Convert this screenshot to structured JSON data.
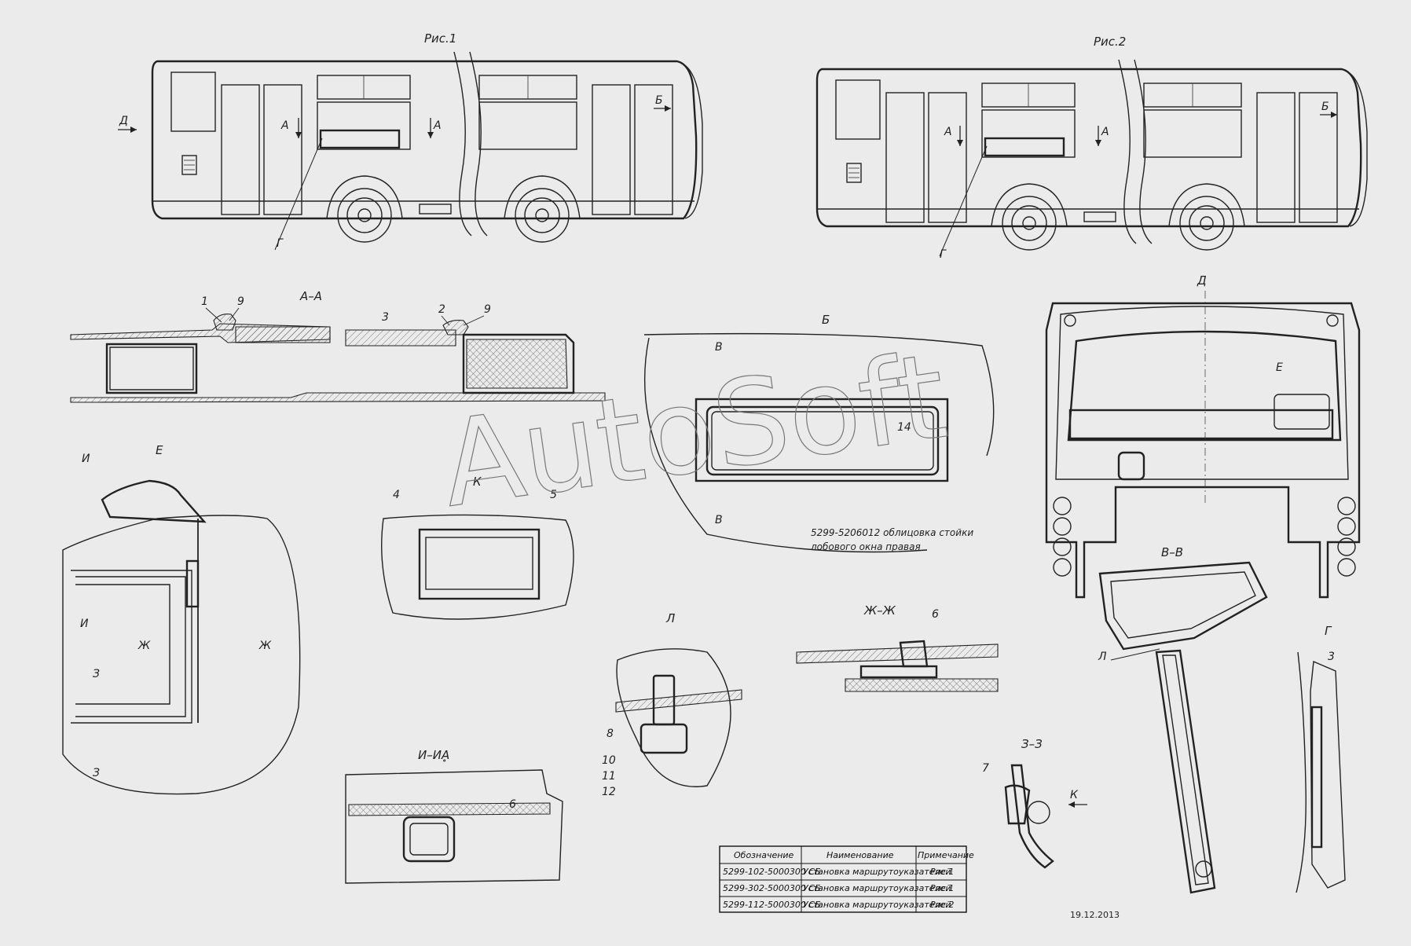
{
  "figures": {
    "fig1": "Рис.1",
    "fig2": "Рис.2"
  },
  "views": {
    "aa": "А–А",
    "b": "Б",
    "d": "Д",
    "e": "Е",
    "k": "К",
    "l": "Л",
    "zhzh": "Ж–Ж",
    "vv": "В–В",
    "g": "Г",
    "iiu": "И–ИḀ",
    "zz": "З–З"
  },
  "bus_arrows": {
    "d": "Д",
    "b": "Б",
    "a": "А",
    "g": "Г"
  },
  "section_marks": {
    "v": "В",
    "i": "И",
    "zh": "Ж",
    "z": "З",
    "k": "К"
  },
  "callouts": {
    "n1": "1",
    "n2": "2",
    "n3": "3",
    "n4": "4",
    "n5": "5",
    "n6": "6",
    "n7": "7",
    "n8": "8",
    "n9": "9",
    "n10": "10",
    "n11": "11",
    "n12": "12",
    "n14": "14"
  },
  "note": {
    "line1": "5299-5206012 облицовка стойки",
    "line2": "лобового окна правая"
  },
  "watermark": "AutoSoft",
  "table": {
    "headers": [
      "Обозначение",
      "Наименование",
      "Примечание"
    ],
    "rows": [
      [
        "5299-102-5000300 СБ",
        "Установка маршрутоуказателей",
        "Рис.1"
      ],
      [
        "5299-302-5000300 СБ",
        "Установка маршрутоуказателей",
        "Рис.1"
      ],
      [
        "5299-112-5000300 СБ",
        "Установка маршрутоуказателей",
        "Рис.2"
      ]
    ]
  },
  "date": "19.12.2013"
}
